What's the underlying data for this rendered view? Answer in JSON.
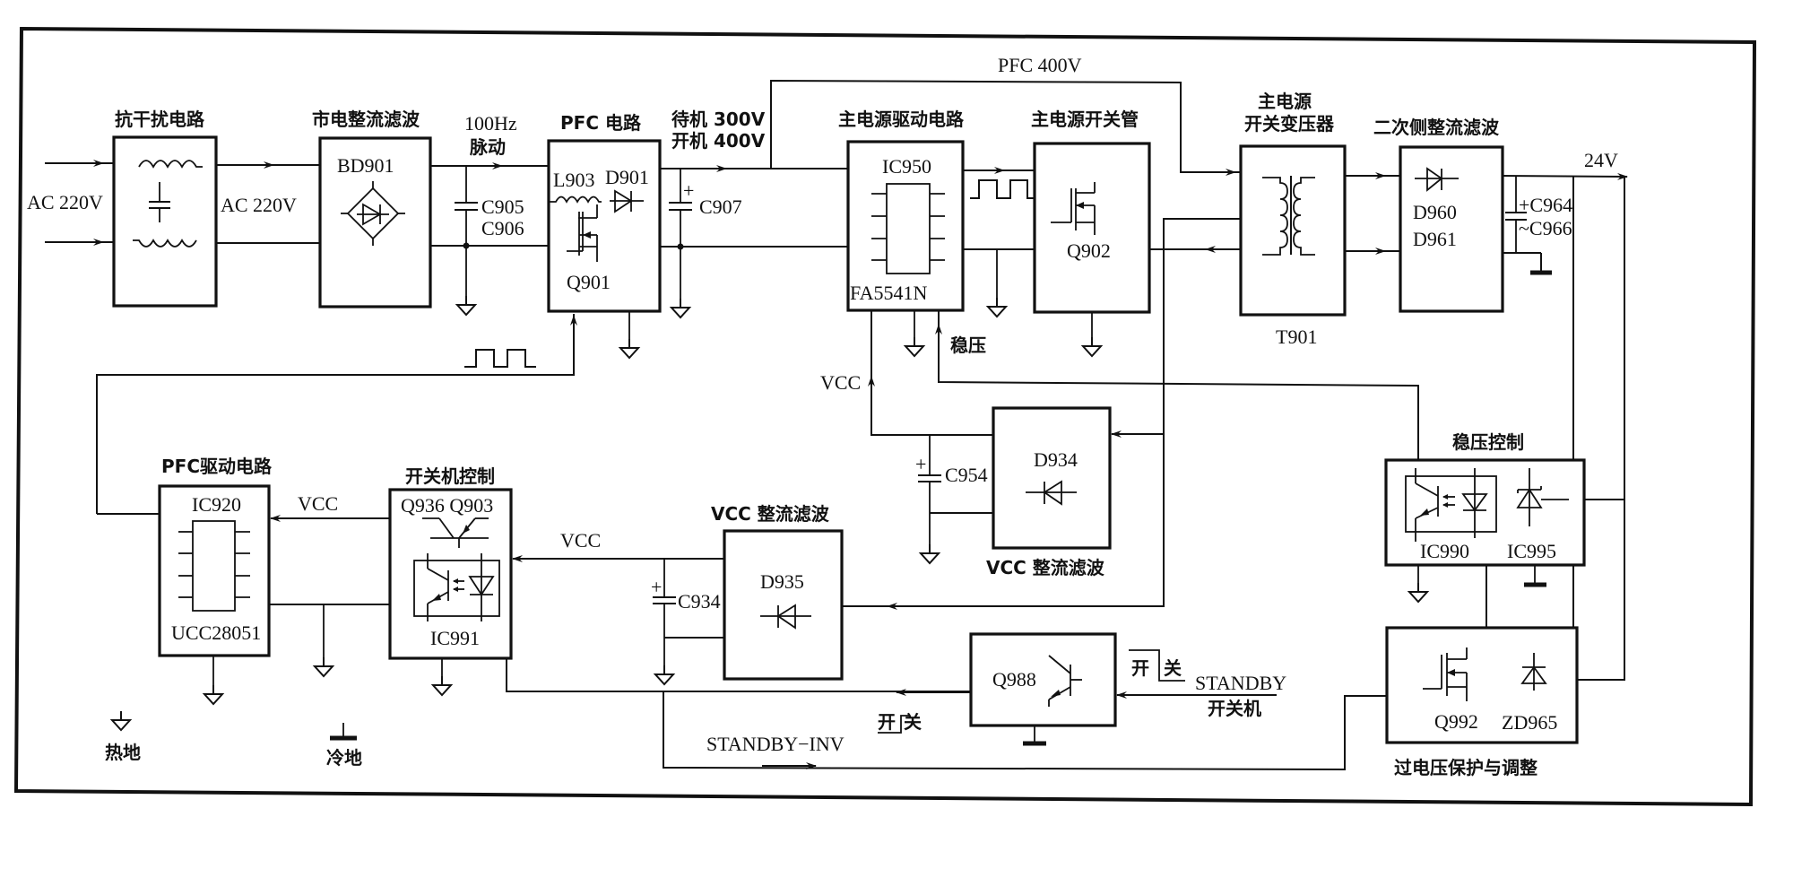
{
  "diagram": {
    "description": "LCD TV switching power supply block diagram (Chinese)",
    "blocks": {
      "emi": {
        "title": "抗干扰电路"
      },
      "rectifier": {
        "title": "市电整流滤波",
        "part": "BD901"
      },
      "pfc": {
        "title": "PFC 电路",
        "inductor": "L903",
        "diode": "D901",
        "mosfet": "Q901"
      },
      "main_driver": {
        "title": "主电源驱动电路",
        "ic": "IC950",
        "model": "FA5541N"
      },
      "main_switch": {
        "title": "主电源开关管",
        "mosfet": "Q902"
      },
      "transformer": {
        "title_line1": "主电源",
        "title_line2": "开关变压器",
        "part": "T901"
      },
      "secondary_rect": {
        "title": "二次侧整流滤波",
        "diode1": "D960",
        "diode2": "D961"
      },
      "pfc_driver": {
        "title": "PFC驱动电路",
        "ic": "IC920",
        "model": "UCC28051"
      },
      "power_ctrl": {
        "title": "开关机控制",
        "transistors": "Q936 Q903",
        "opto": "IC991"
      },
      "vcc_rect_left": {
        "title": "VCC 整流滤波",
        "diode": "D935"
      },
      "vcc_rect_main": {
        "title": "VCC 整流滤波",
        "diode": "D934"
      },
      "standby_sw": {
        "transistor": "Q988"
      },
      "regulation": {
        "title": "稳压控制",
        "opto": "IC990",
        "ref": "IC995"
      },
      "ovp": {
        "title": "过电压保护与调整",
        "mosfet": "Q992",
        "zener": "ZD965"
      }
    },
    "labels": {
      "ac_in": "AC 220V",
      "ac_mid": "AC 220V",
      "ripple_line1": "100Hz",
      "ripple_line2": "脉动",
      "bus_line1": "待机 300V",
      "bus_line2": "开机 400V",
      "pfc_400v": "PFC 400V",
      "out_24v": "24V",
      "c905": "C905",
      "c906": "C906",
      "c907": "C907",
      "c964": "+C964",
      "c966": "~C966",
      "c954": "C954",
      "c934": "C934",
      "cap_plus": "+",
      "vcc_driver": "VCC",
      "vcc_pfc": "VCC",
      "vcc_ctrl": "VCC",
      "regulate": "稳压",
      "standby": "STANDBY",
      "standby_cn": "开关机",
      "standby_inv": "STANDBY−INV",
      "sw_on": "开",
      "sw_off": "关",
      "sw_on2": "开",
      "sw_off2": "关",
      "hot_ground": "热地",
      "cold_ground": "冷地"
    }
  }
}
